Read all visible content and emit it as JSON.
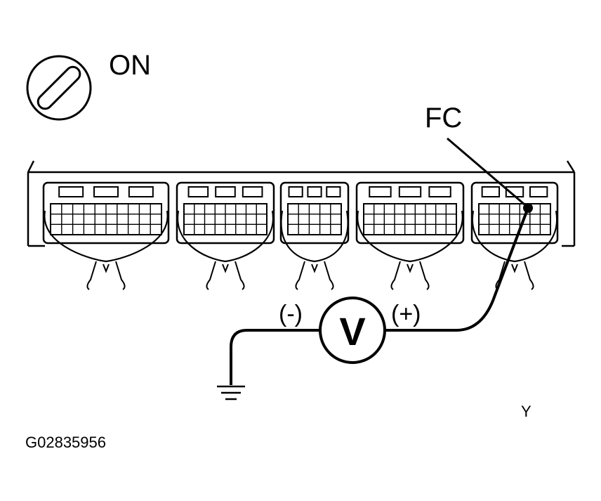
{
  "ignition": {
    "state": "ON",
    "icon": "ignition-key-icon"
  },
  "terminal": {
    "label": "FC"
  },
  "meter": {
    "symbol": "V",
    "negative": "(-)",
    "positive": "(+)",
    "icon": "voltmeter-icon"
  },
  "wire": {
    "color_code": "Y"
  },
  "ground": {
    "icon": "ground-symbol-icon"
  },
  "figure_id": "G02835956",
  "connectors": [
    {
      "name": "connector-1"
    },
    {
      "name": "connector-2"
    },
    {
      "name": "connector-3"
    },
    {
      "name": "connector-4"
    },
    {
      "name": "connector-5"
    }
  ]
}
